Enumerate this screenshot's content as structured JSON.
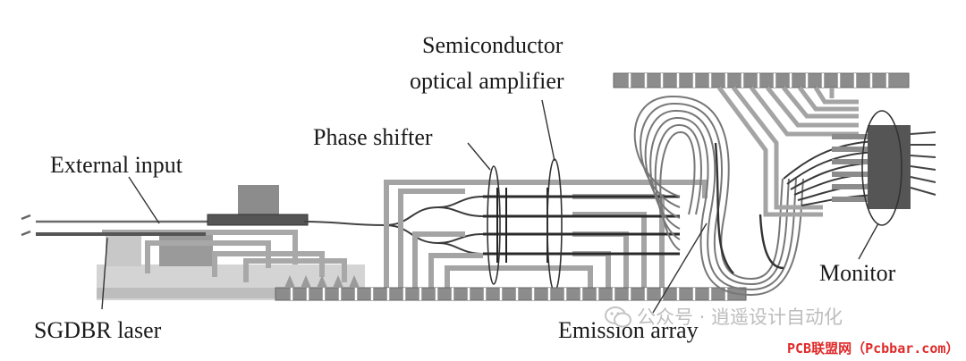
{
  "labels": {
    "soa_line1": "Semiconductor",
    "soa_line2": "optical amplifier",
    "phase_shifter": "Phase shifter",
    "external_input": "External input",
    "sgdbr_laser": "SGDBR laser",
    "emission_array": "Emission array",
    "monitor": "Monitor"
  },
  "watermark": {
    "text": "公众号 · 逍遥设计自动化",
    "credit": "PCB联盟网（Pcbbar.com）"
  },
  "colors": {
    "pad": "#8c8c8c",
    "pad_dark": "#555555",
    "trace": "#a4a4a4",
    "substrate": "#d2d2d2",
    "waveguide": "#2a2a2a",
    "label": "#1a1a1a",
    "credit": "#e02a2a"
  }
}
